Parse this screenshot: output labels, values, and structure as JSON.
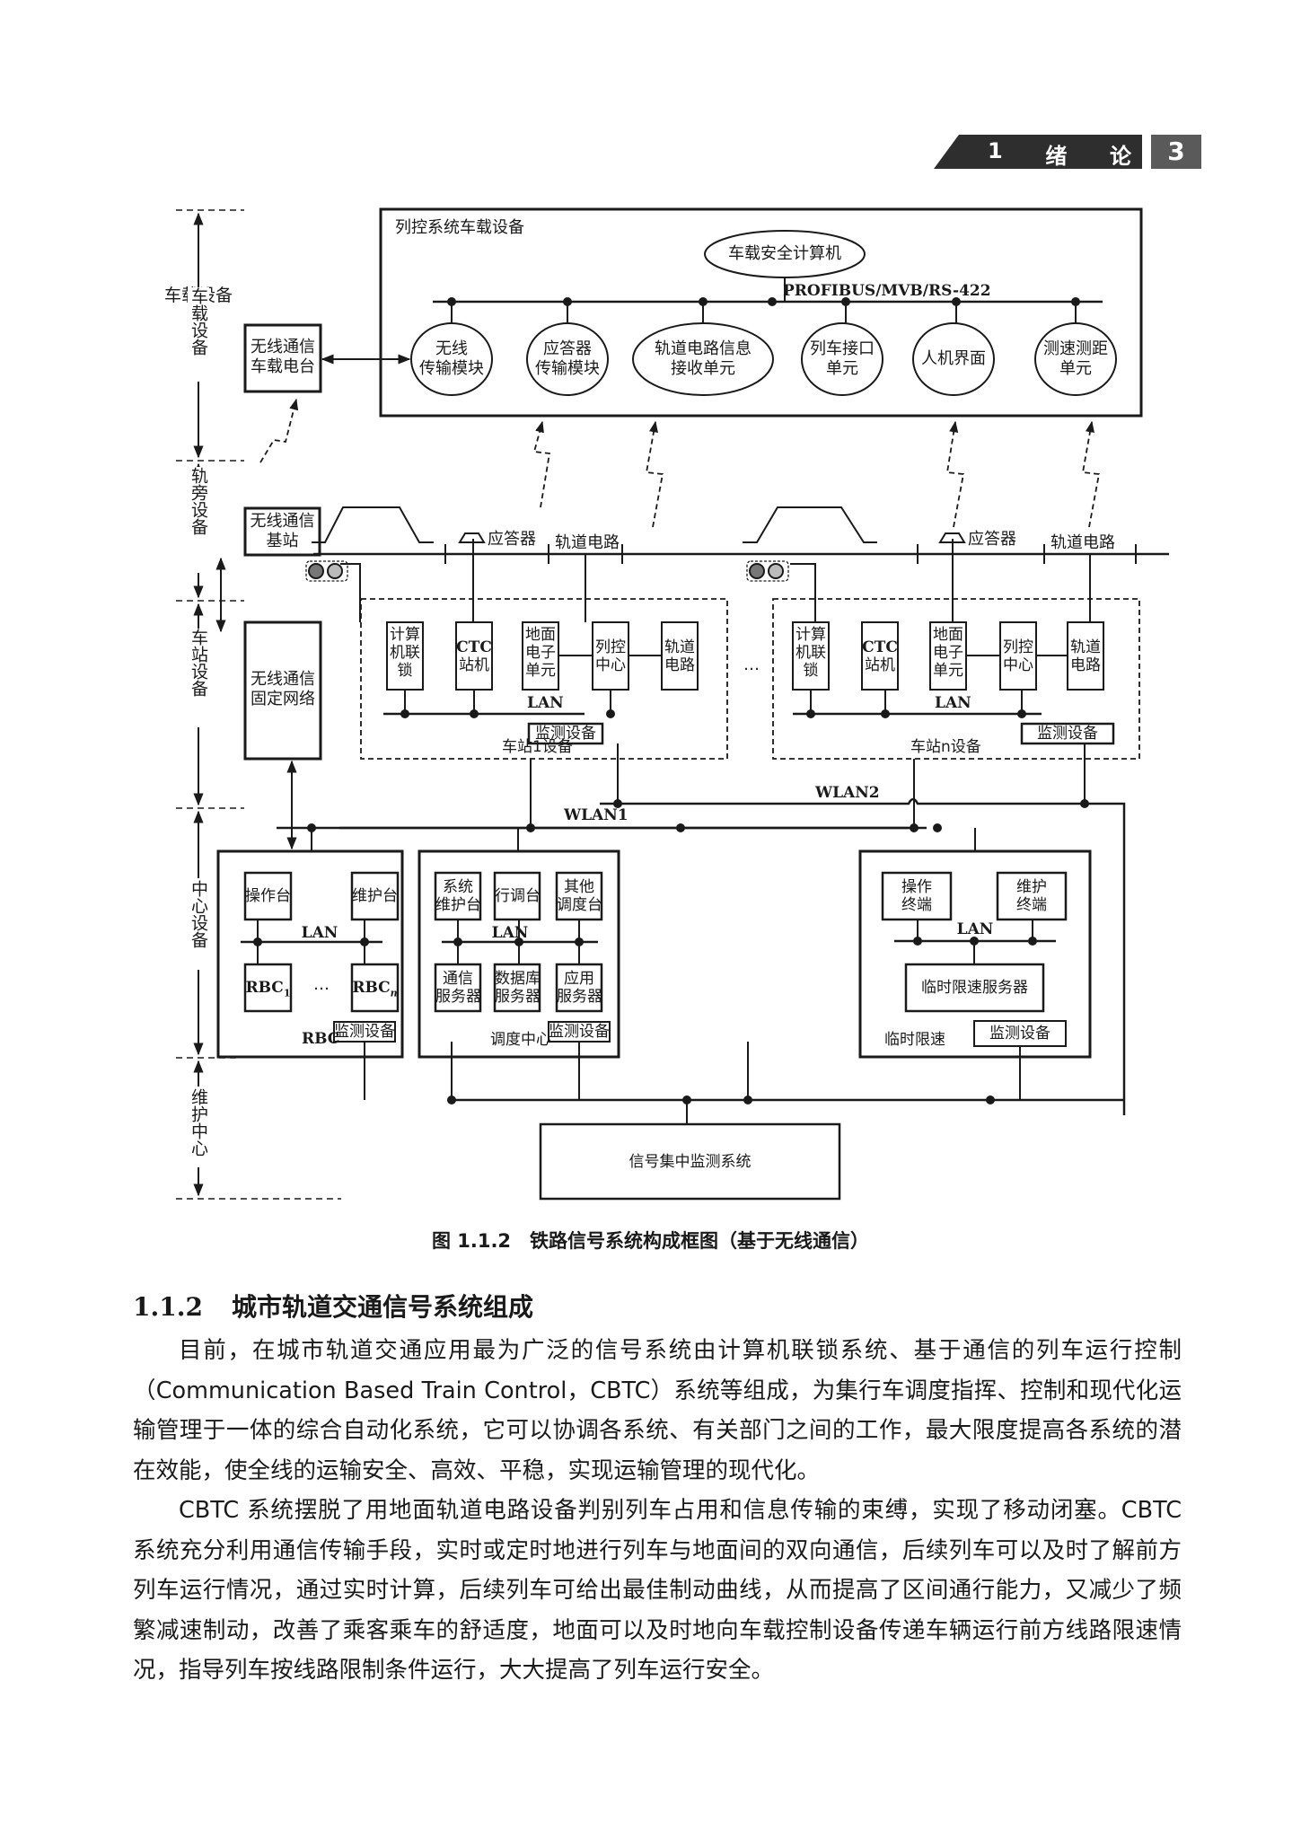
{
  "header": {
    "chapter_num": "1",
    "chapter_title_1": "绪",
    "chapter_title_2": "论",
    "page_number": "3"
  },
  "figure": {
    "caption": "图 1.1.2　铁路信号系统构成框图（基于无线通信）",
    "layers": [
      "车载设备",
      "轨旁设备",
      "车站设备",
      "中心设备",
      "维护中心"
    ],
    "onboard": {
      "title": "列控系统车载设备",
      "computer": "车载安全计算机",
      "bus": "PROFIBUS/MVB/RS-422",
      "modules": [
        [
          "无线",
          "传输模块"
        ],
        [
          "应答器",
          "传输模块"
        ],
        [
          "轨道电路信息",
          "接收单元"
        ],
        [
          "列车接口",
          "单元"
        ],
        [
          "人机界面"
        ],
        [
          "测速测距",
          "单元"
        ]
      ],
      "radio": [
        "无线通信",
        "车载电台"
      ]
    },
    "trackside": {
      "base_station": [
        "无线通信",
        "基站"
      ],
      "balise": "应答器",
      "track_circuit": "轨道电路"
    },
    "fixed_network": [
      "无线通信",
      "固定网络"
    ],
    "station_units": [
      [
        "计算",
        "机联",
        "锁"
      ],
      [
        "CTC",
        "站机"
      ],
      [
        "地面",
        "电子",
        "单元"
      ],
      [
        "列控",
        "中心"
      ],
      [
        "轨道",
        "电路"
      ]
    ],
    "station1_label": "车站1设备",
    "stationn_label": "车站n设备",
    "monitor": "监测设备",
    "lan": "LAN",
    "ellipsis": "…",
    "wlan1": "WLAN1",
    "wlan2": "WLAN2",
    "rbc": {
      "label": "RBC",
      "console": "操作台",
      "maint": "维护台",
      "rbc1": "RBC",
      "rbc1_sub": "1",
      "rbcn": "RBC",
      "rbcn_sub": "n",
      "ellipsis": "…"
    },
    "dispatch": {
      "label": "调度中心",
      "top": [
        [
          "系统",
          "维护台"
        ],
        [
          "行调台"
        ],
        [
          "其他",
          "调度台"
        ]
      ],
      "bottom": [
        [
          "通信",
          "服务器"
        ],
        [
          "数据库",
          "服务器"
        ],
        [
          "应用",
          "服务器"
        ]
      ]
    },
    "tsr": {
      "label": "临时限速",
      "op": [
        "操作",
        "终端"
      ],
      "maint": [
        "维护",
        "终端"
      ],
      "server": "临时限速服务器"
    },
    "csm": "信号集中监测系统"
  },
  "section": {
    "number": "1.1.2",
    "title": "城市轨道交通信号系统组成"
  },
  "paragraphs": [
    "目前，在城市轨道交通应用最为广泛的信号系统由计算机联锁系统、基于通信的列车运行控制（Communication Based Train Control，CBTC）系统等组成，为集行车调度指挥、控制和现代化运输管理于一体的综合自动化系统，它可以协调各系统、有关部门之间的工作，最大限度提高各系统的潜在效能，使全线的运输安全、高效、平稳，实现运输管理的现代化。",
    "CBTC 系统摆脱了用地面轨道电路设备判别列车占用和信息传输的束缚，实现了移动闭塞。CBTC 系统充分利用通信传输手段，实时或定时地进行列车与地面间的双向通信，后续列车可以及时了解前方列车运行情况，通过实时计算，后续列车可给出最佳制动曲线，从而提高了区间通行能力，又减少了频繁减速制动，改善了乘客乘车的舒适度，地面可以及时地向车载控制设备传递车辆运行前方线路限速情况，指导列车按线路限制条件运行，大大提高了列车运行安全。"
  ]
}
